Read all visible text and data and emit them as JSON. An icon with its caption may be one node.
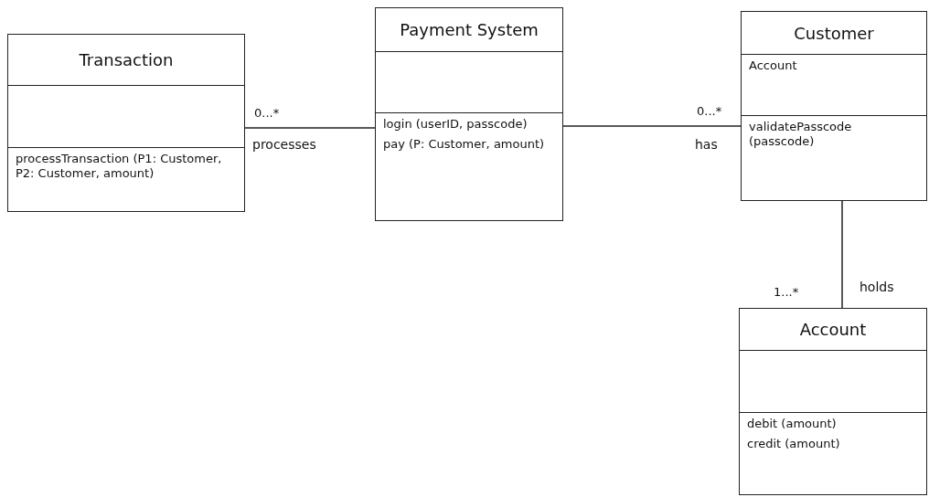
{
  "diagram": {
    "nodes": [
      {
        "text": [
          "Transaction",
          "processTransaction (P1: Customer, P2: Customer, amount)"
        ]
      },
      {
        "text": [
          "Payment System",
          "login (userID, passcode)",
          "pay (P: Customer, amount)"
        ]
      },
      {
        "text": [
          "Customer",
          "Account",
          "validatePasscode (passcode)"
        ]
      },
      {
        "text": [
          "Account",
          "debit (amount)",
          "credit (amount)"
        ]
      }
    ],
    "edges": [
      {
        "from": 0,
        "to": 1,
        "arrow": "none",
        "label": "processes"
      },
      {
        "from": 1,
        "to": 2,
        "arrow": "none",
        "label": "has"
      },
      {
        "from": 2,
        "to": 3,
        "arrow": "none",
        "label": "holds"
      }
    ],
    "labels": [
      "0...*",
      "0...*",
      "1...*"
    ]
  }
}
